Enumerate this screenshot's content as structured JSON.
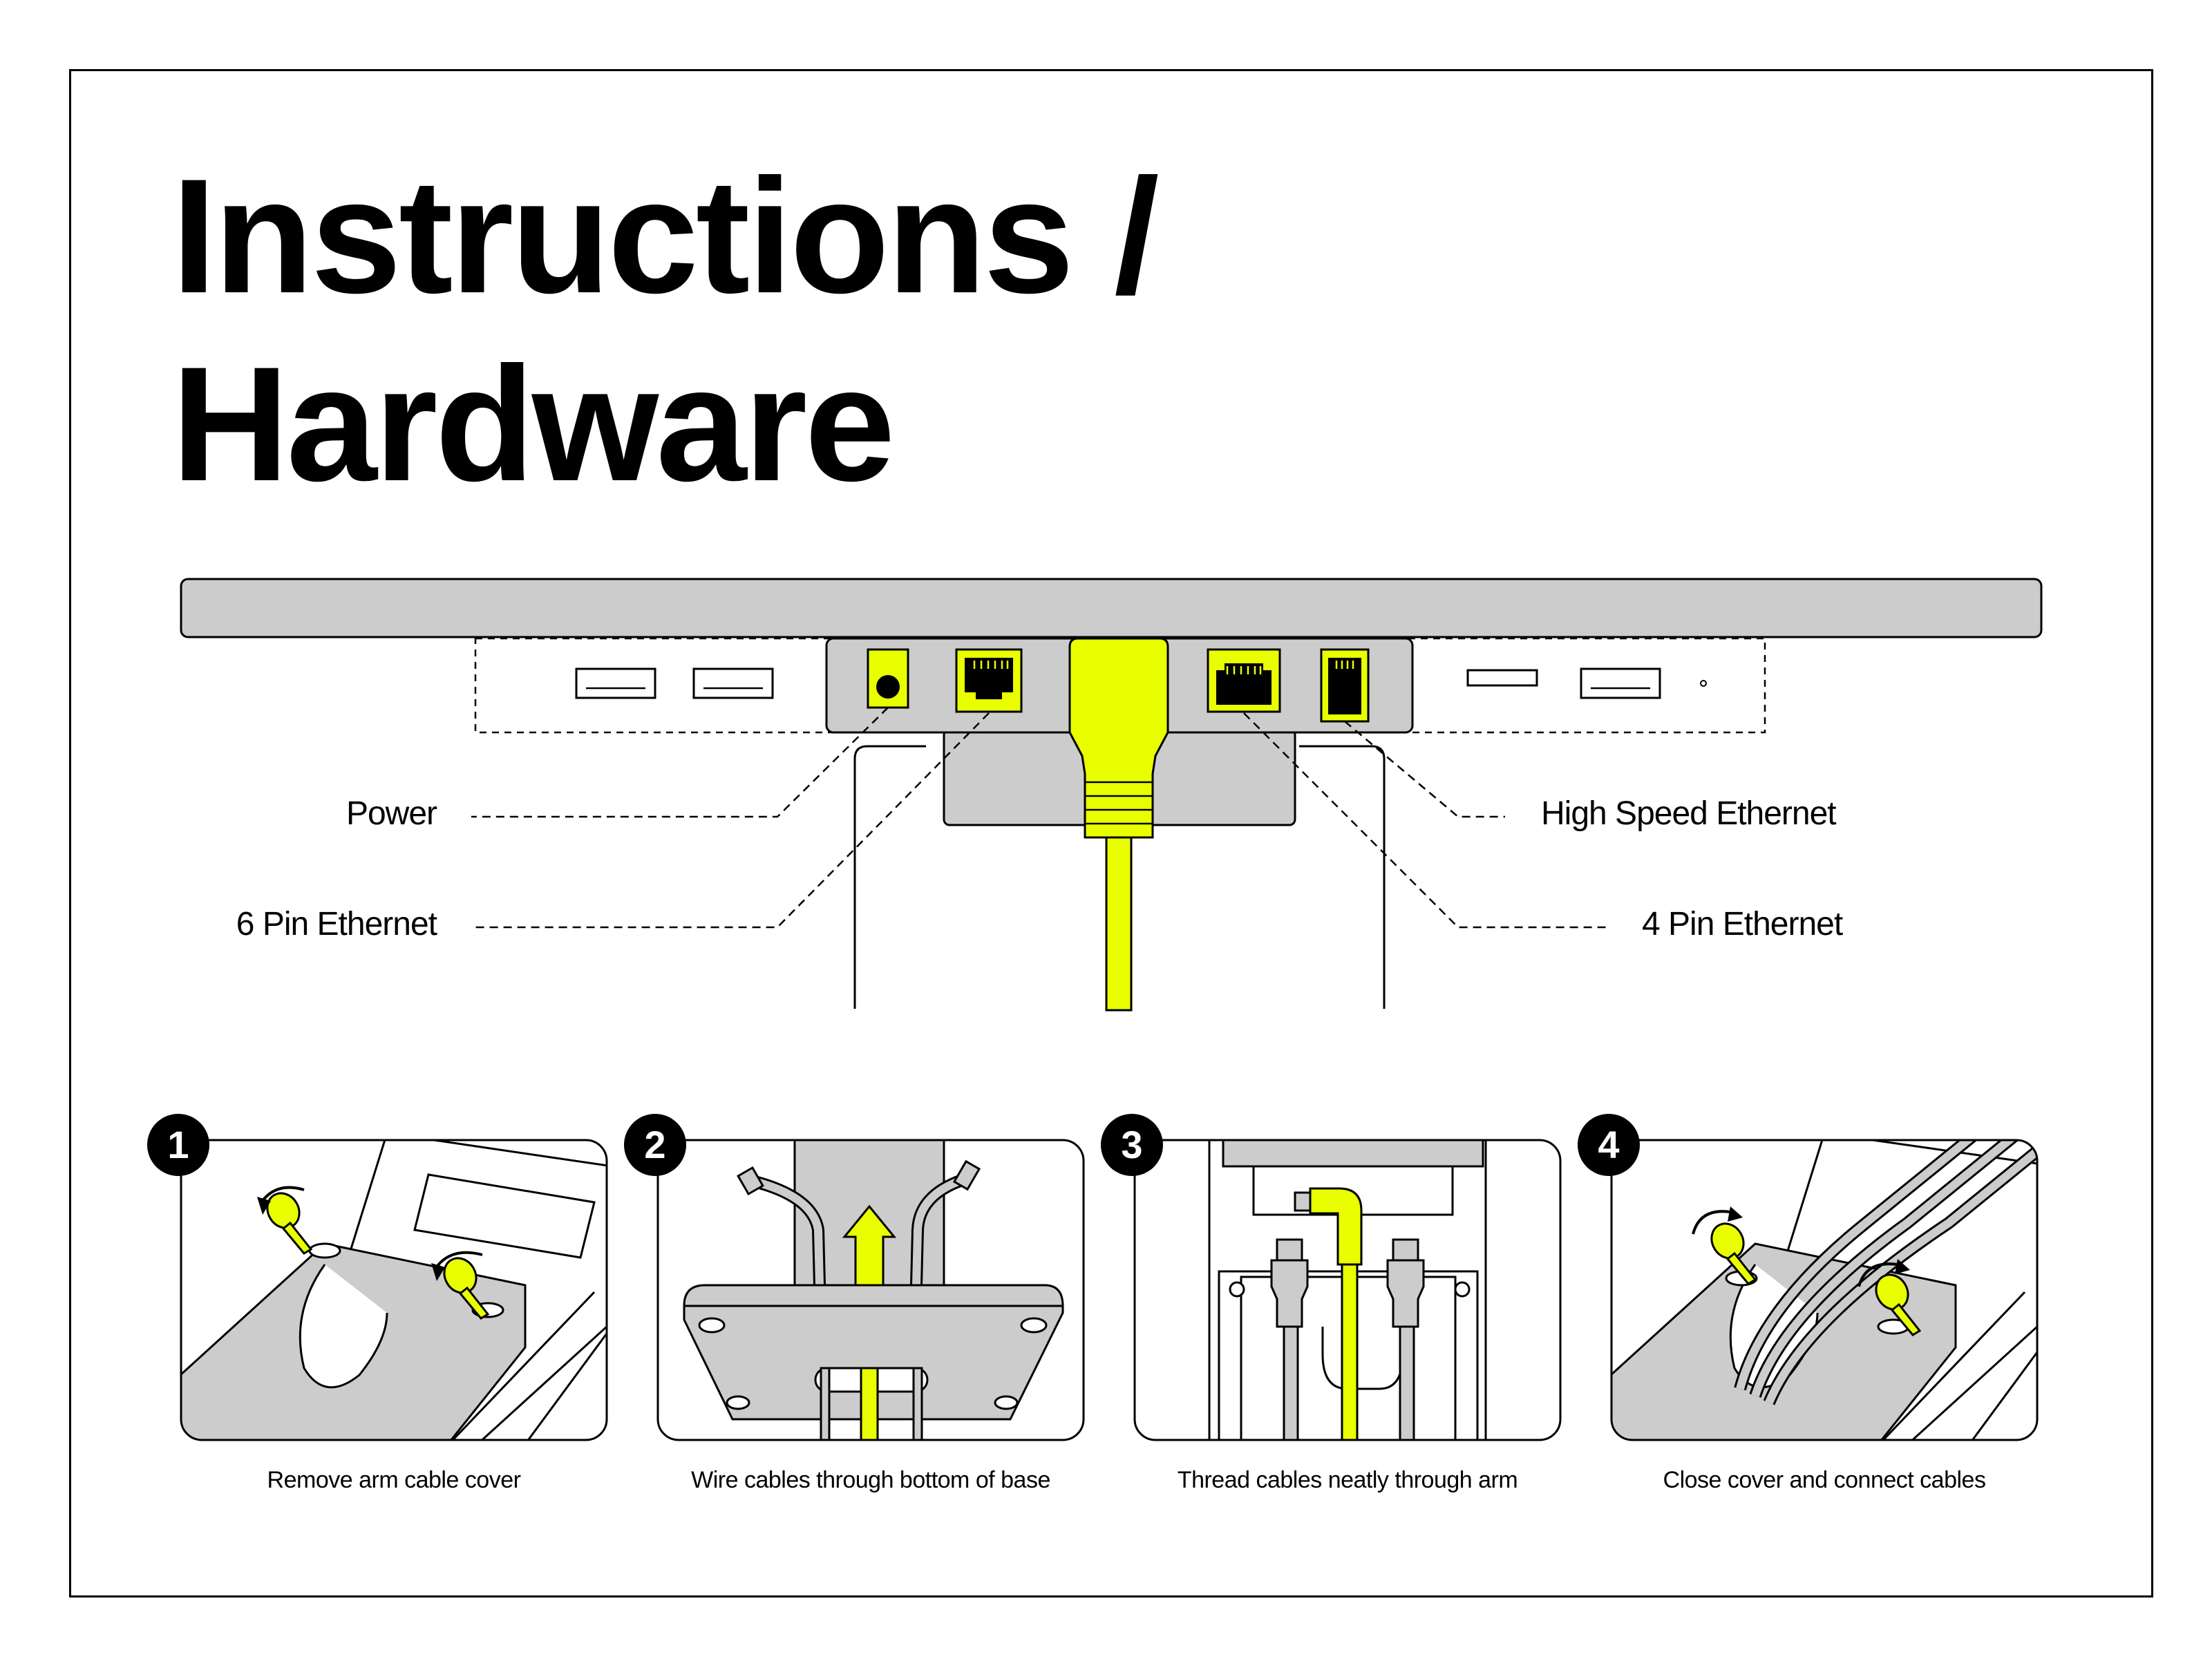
{
  "title_line1": "Instructions /",
  "title_line2": "Hardware",
  "port_labels": {
    "power": "Power",
    "six_pin": "6 Pin Ethernet",
    "high_speed": "High Speed Ethernet",
    "four_pin": "4 Pin Ethernet"
  },
  "steps": [
    {
      "number": "1",
      "caption": "Remove arm cable cover"
    },
    {
      "number": "2",
      "caption": "Wire cables through bottom of base"
    },
    {
      "number": "3",
      "caption": "Thread cables neatly through arm"
    },
    {
      "number": "4",
      "caption": "Close cover and connect cables"
    }
  ],
  "colors": {
    "accent": "#e9ff00",
    "gray": "#cccccc",
    "line": "#000000"
  }
}
